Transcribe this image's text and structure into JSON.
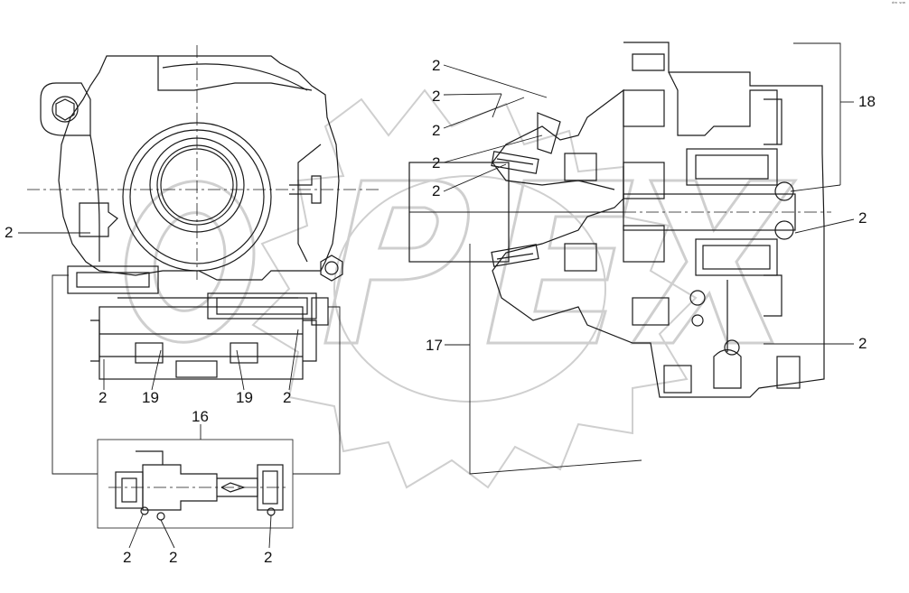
{
  "corner_mark": "ᵈᵐ ˢʳʷ",
  "watermark": "OPEX",
  "callouts": [
    {
      "id": "c1",
      "text": "2"
    },
    {
      "id": "c2",
      "text": "2"
    },
    {
      "id": "c3",
      "text": "2"
    },
    {
      "id": "c4",
      "text": "2"
    },
    {
      "id": "c5",
      "text": "2"
    },
    {
      "id": "c6",
      "text": "18"
    },
    {
      "id": "c7",
      "text": "2"
    },
    {
      "id": "c8",
      "text": "2"
    },
    {
      "id": "c9",
      "text": "17"
    },
    {
      "id": "c10",
      "text": "2"
    },
    {
      "id": "c11",
      "text": "2"
    },
    {
      "id": "c12",
      "text": "19"
    },
    {
      "id": "c13",
      "text": "19"
    },
    {
      "id": "c14",
      "text": "2"
    },
    {
      "id": "c15",
      "text": "16"
    },
    {
      "id": "c16",
      "text": "2"
    },
    {
      "id": "c17",
      "text": "2"
    },
    {
      "id": "c18",
      "text": "2"
    }
  ],
  "colors": {
    "line": "#1a1a1a",
    "watermark": "#d4d4d4",
    "background": "#ffffff"
  }
}
